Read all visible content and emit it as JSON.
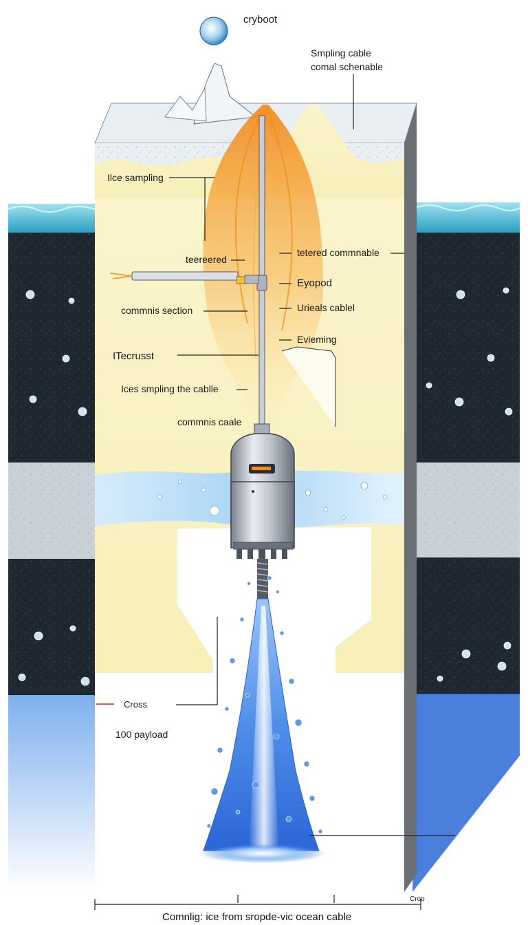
{
  "labels": {
    "top_title": "cryboot",
    "cable_top_1": "Smpling cable",
    "cable_top_2": "comal schenable",
    "ice_sampling": "Ilce sampling",
    "tethered_left": "teereered",
    "tethered_right": "tetered commnable",
    "eyopod": "Eyopod",
    "comms_section": "commnis section",
    "urieals_cable": "Urieals cablel",
    "evieming": "Evieming",
    "itecrusst": "ITecrusst",
    "ices_sampling_cable": "Ices smpling the cablle",
    "comms_cable": "commnis caale",
    "cross": "Cross",
    "payload": "100 payload",
    "bottom_right": "Croo",
    "caption": "Comnlig: ice from sropde-vic ocean cable"
  },
  "colors": {
    "ice_surface": "#eef2f6",
    "ice_shelf": "#fbf4cc",
    "ocean_surface": "#5ec4dd",
    "dark_layer": "#1f2830",
    "melt_plume": "#f4a43a",
    "probe_body": "#b8bcc4",
    "water_jet": "#3c7ee6",
    "deep_water": "#4b7fdc",
    "leader_red": "#cc2222"
  }
}
